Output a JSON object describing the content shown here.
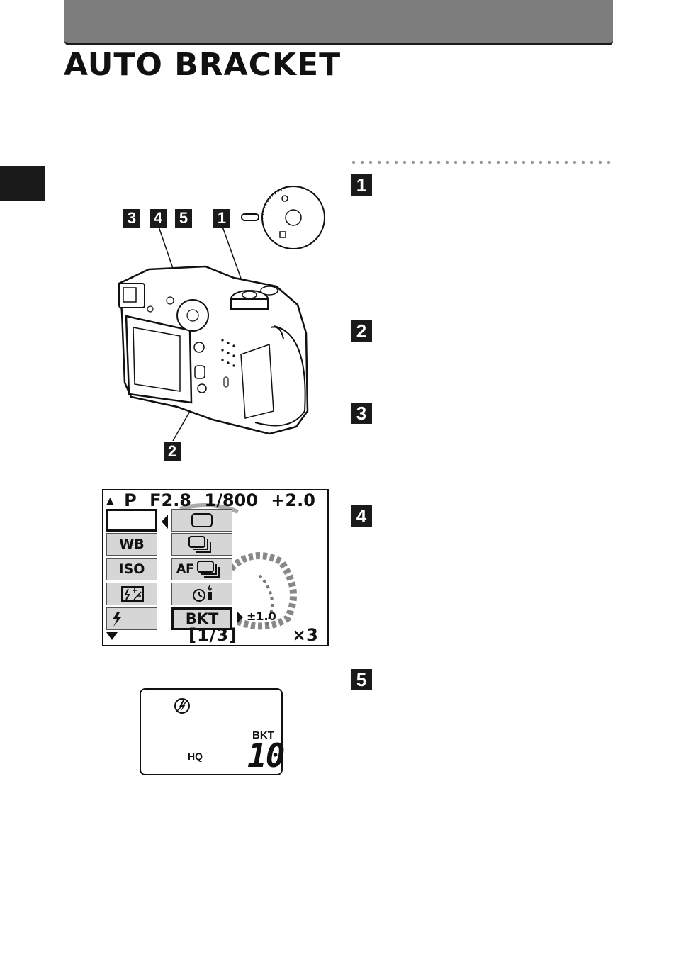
{
  "header": {
    "title": "AUTO BRACKET"
  },
  "steps": [
    {
      "label": "1"
    },
    {
      "label": "2"
    },
    {
      "label": "3"
    },
    {
      "label": "4"
    },
    {
      "label": "5"
    }
  ],
  "camera_figure": {
    "callouts": [
      "3",
      "4",
      "5",
      "1",
      "2"
    ]
  },
  "lcd_screen": {
    "top_line": {
      "mode": "P",
      "aperture": "F2.8",
      "shutter": "1/800",
      "exposure_comp": "+2.0"
    },
    "left_menu": [
      "",
      "WB",
      "ISO",
      "",
      ""
    ],
    "left_menu_icons": [
      "blank",
      "text",
      "text",
      "flash-compensation-icon",
      "flash-icon"
    ],
    "right_menu_icons": [
      "single-frame-icon",
      "sequential-shooting-icon",
      "af-sequential-shooting-icon",
      "self-timer-remote-icon"
    ],
    "af_label": "AF",
    "bkt_label": "BKT",
    "bkt_value": "±1.0",
    "page_indicator": "[1/3]",
    "multiplier": "×3"
  },
  "control_panel": {
    "hq_label": "HQ",
    "bkt_label": "BKT",
    "frame_count": "10"
  }
}
